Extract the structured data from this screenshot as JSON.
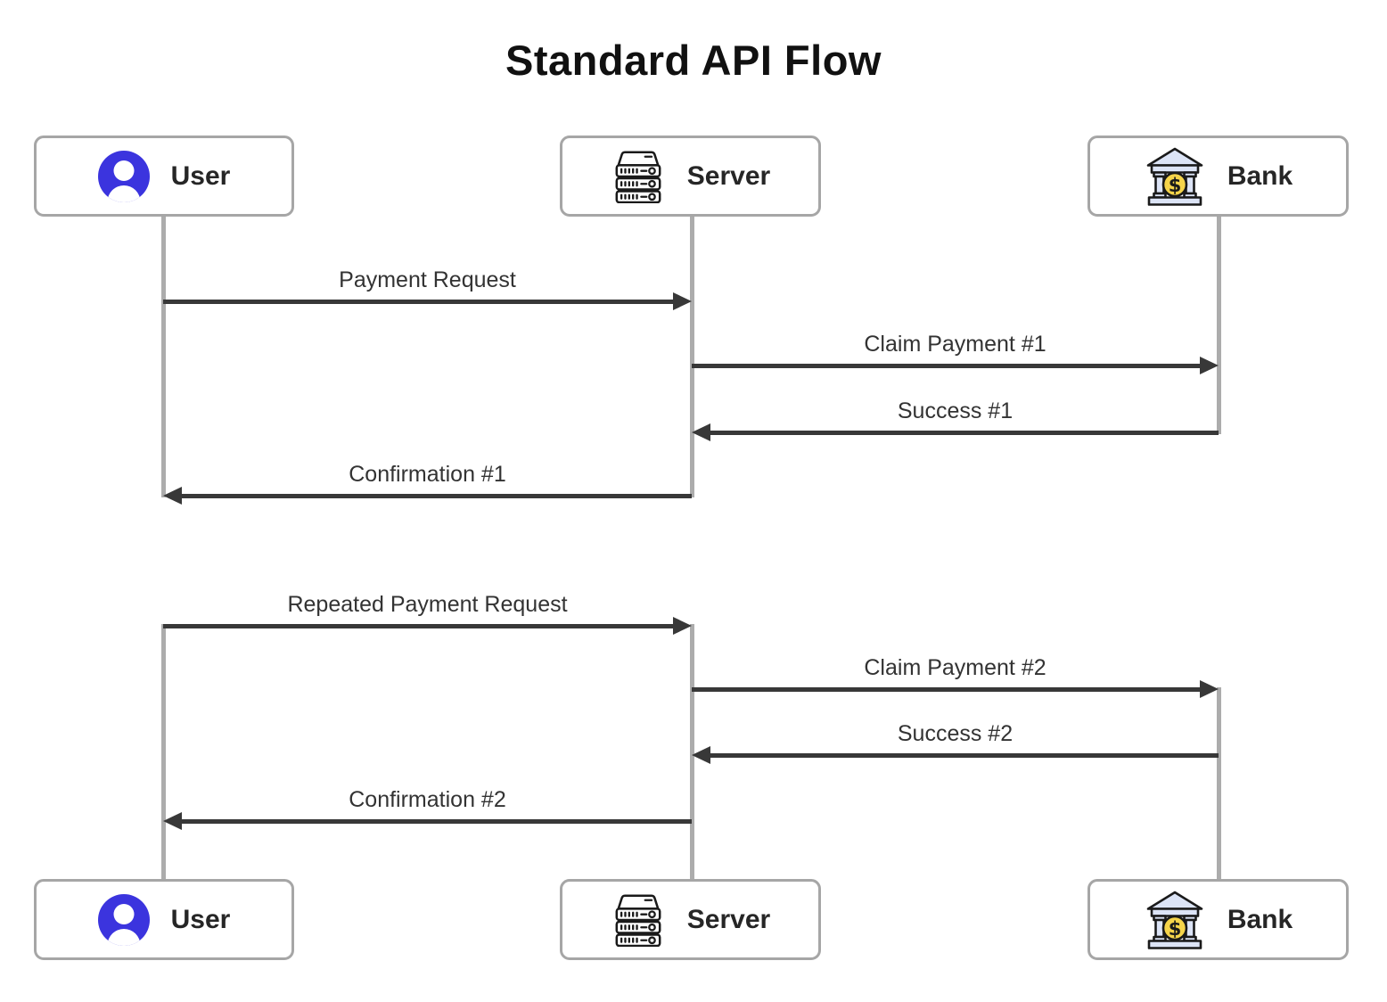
{
  "title": "Standard API Flow",
  "actors": {
    "user": {
      "label": "User"
    },
    "server": {
      "label": "Server"
    },
    "bank": {
      "label": "Bank"
    }
  },
  "icons": {
    "user": "user-icon",
    "server": "server-rack-icon",
    "bank": "bank-building-icon",
    "bank_coin_symbol": "$"
  },
  "messages": [
    {
      "from": "User",
      "to": "Server",
      "label": "Payment Request"
    },
    {
      "from": "Server",
      "to": "Bank",
      "label": "Claim Payment #1"
    },
    {
      "from": "Bank",
      "to": "Server",
      "label": "Success #1"
    },
    {
      "from": "Server",
      "to": "User",
      "label": "Confirmation #1"
    },
    {
      "from": "User",
      "to": "Server",
      "label": "Repeated Payment Request"
    },
    {
      "from": "Server",
      "to": "Bank",
      "label": "Claim Payment #2"
    },
    {
      "from": "Bank",
      "to": "Server",
      "label": "Success #2"
    },
    {
      "from": "Server",
      "to": "User",
      "label": "Confirmation #2"
    }
  ],
  "colors": {
    "accent_blue": "#3B34DE",
    "arrow_color": "#383838",
    "lifeline_color": "#ACACAC",
    "box_border": "#A6A6A6",
    "bank_fill": "#DCE4F6",
    "coin_fill": "#F5D44A",
    "label_color": "#333333",
    "text_dark": "#262626"
  }
}
